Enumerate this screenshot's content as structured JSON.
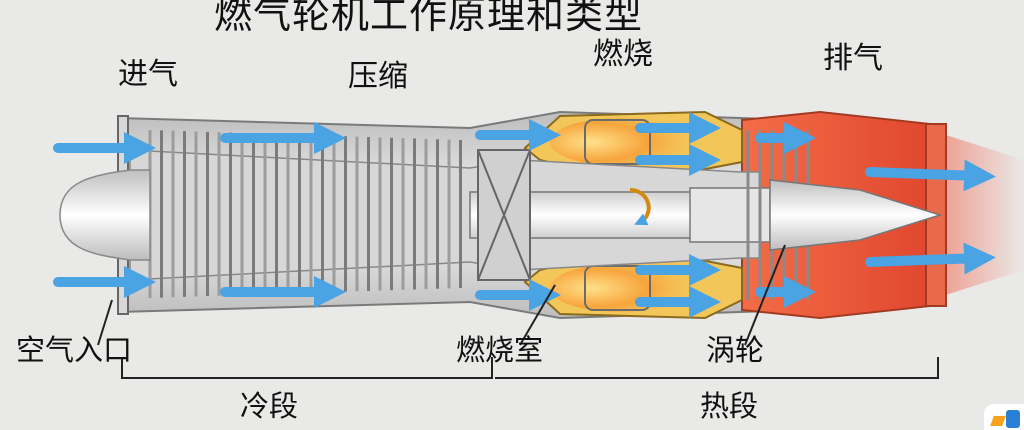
{
  "title": "燃气轮机工作原理和类型",
  "labels": {
    "intake": "进气",
    "compression": "压缩",
    "combustion": "燃烧",
    "exhaust": "排气",
    "air_inlet": "空气入口",
    "combustor": "燃烧室",
    "turbine": "涡轮",
    "cold_section": "冷段",
    "hot_section": "热段"
  },
  "colors": {
    "background": "#e9e9e7",
    "casing_gray": "#c9c9c9",
    "combustor_yellow": "#f3c65a",
    "exhaust_red": "#e8593e",
    "flow_arrow_blue": "#4aa3e3"
  },
  "watermark": {
    "icon": "watermark-logo-icon"
  }
}
